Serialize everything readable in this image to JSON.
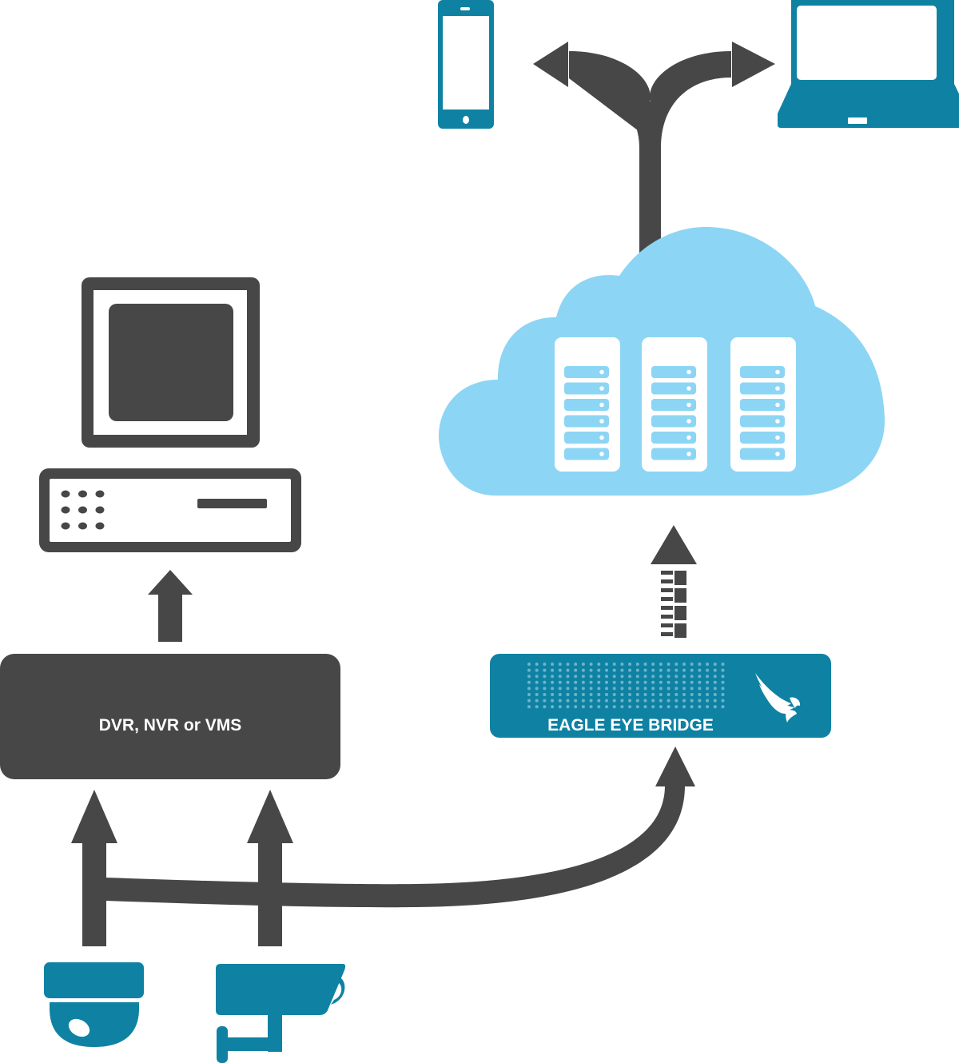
{
  "diagram": {
    "title": "Eagle Eye Bridge connection diagram",
    "colors": {
      "dark": "#474747",
      "teal": "#0f82a3",
      "cloud": "#8dd5f4",
      "white": "#ffffff",
      "dots": "#6fb3c8"
    },
    "nodes": {
      "dvr": {
        "label": "DVR, NVR or VMS"
      },
      "bridge": {
        "label": "EAGLE EYE BRIDGE",
        "logo": "eagle-logo-icon"
      },
      "cloud": {
        "servers": 3,
        "slots_per_server": 6
      },
      "workstation": {
        "icon": "desktop-computer-icon"
      },
      "recorder": {
        "icon": "recorder-unit-icon"
      },
      "phone": {
        "icon": "smartphone-icon"
      },
      "laptop": {
        "icon": "laptop-icon"
      },
      "dome_camera": {
        "icon": "dome-camera-icon"
      },
      "bullet_camera": {
        "icon": "bullet-camera-icon"
      }
    },
    "edges": [
      {
        "from": "dome_camera",
        "to": "dvr"
      },
      {
        "from": "bullet_camera",
        "to": "dvr"
      },
      {
        "from": "dome_camera",
        "to": "bridge"
      },
      {
        "from": "bullet_camera",
        "to": "bridge"
      },
      {
        "from": "dvr",
        "to": "recorder"
      },
      {
        "from": "bridge",
        "to": "cloud",
        "style": "compressed"
      },
      {
        "from": "cloud",
        "to": "phone"
      },
      {
        "from": "cloud",
        "to": "laptop"
      }
    ]
  }
}
